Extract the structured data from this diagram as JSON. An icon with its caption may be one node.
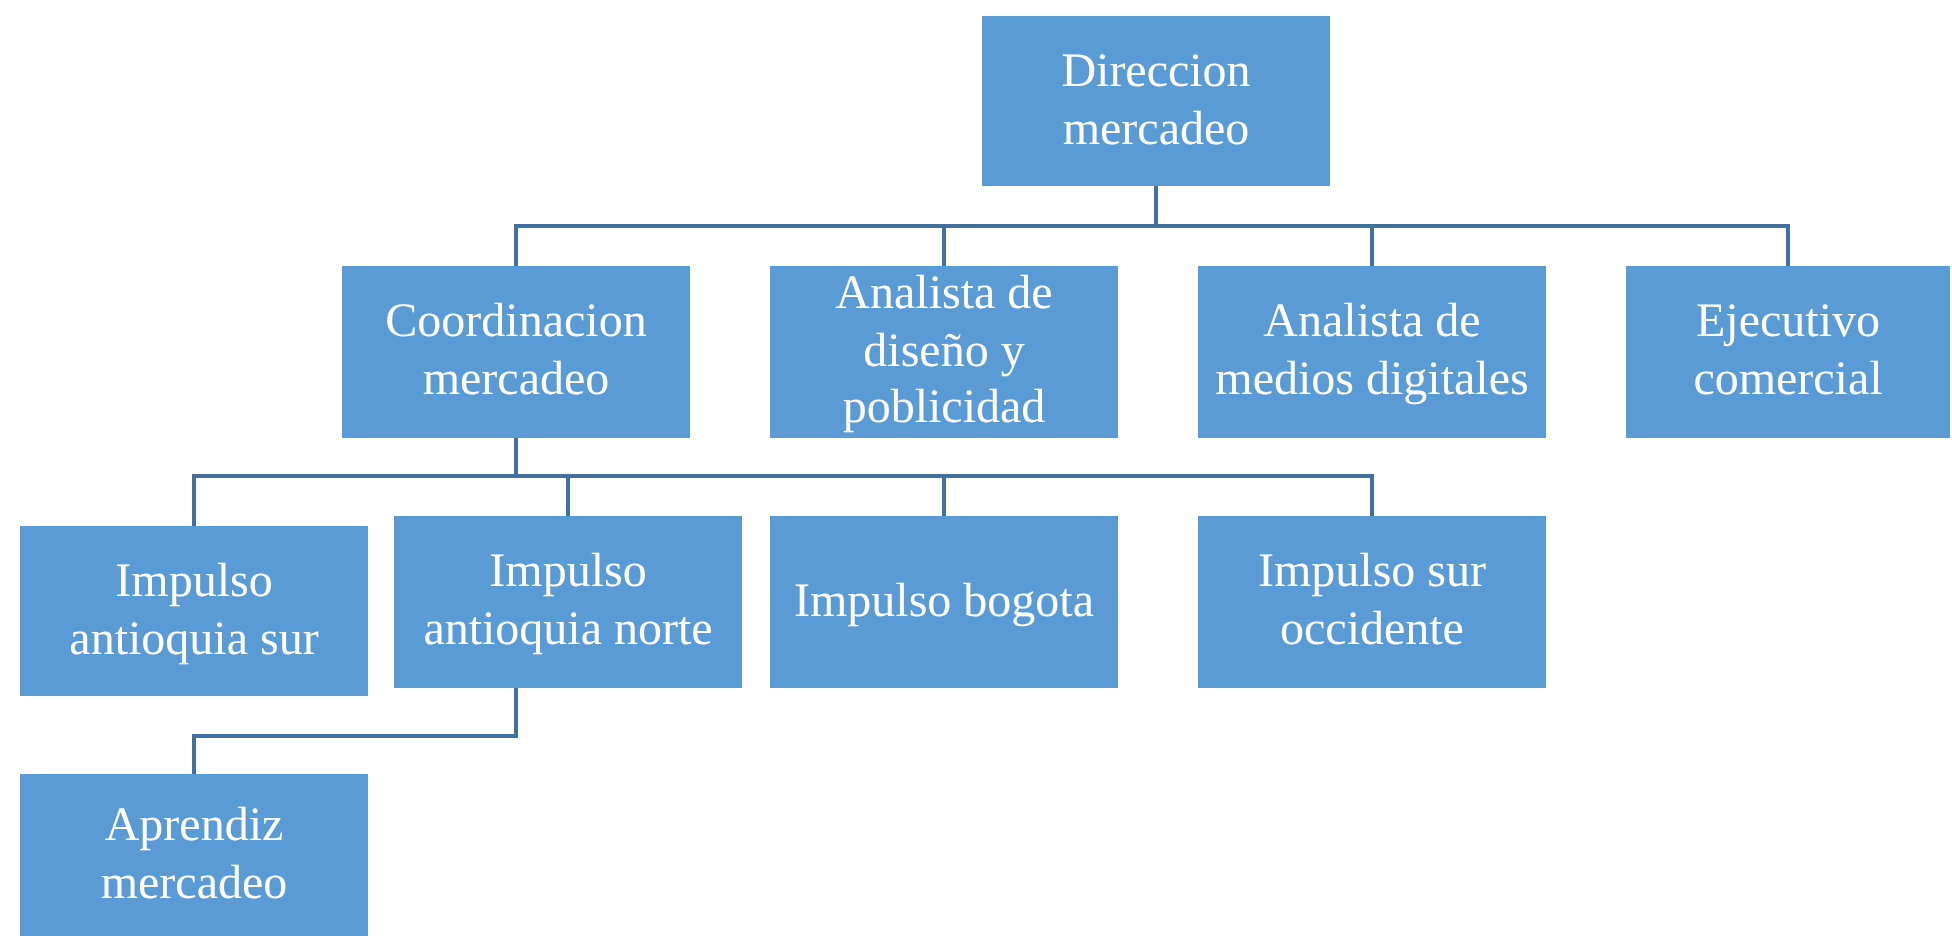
{
  "diagram": {
    "nodes": [
      {
        "text": [
          "Direccion mercadeo"
        ]
      },
      {
        "text": [
          "Coordinacion mercadeo"
        ]
      },
      {
        "text": [
          "Analista de diseño y poblicidad"
        ]
      },
      {
        "text": [
          "Analista de medios digitales"
        ]
      },
      {
        "text": [
          "Ejecutivo comercial"
        ]
      },
      {
        "text": [
          "Impulso antioquia sur"
        ]
      },
      {
        "text": [
          "Impulso antioquia norte"
        ]
      },
      {
        "text": [
          "Impulso bogota"
        ]
      },
      {
        "text": [
          "Impulso sur occidente"
        ]
      },
      {
        "text": [
          "Aprendiz mercadeo"
        ]
      }
    ],
    "edges": [
      {
        "from": 0,
        "to": 1,
        "arrow": "none"
      },
      {
        "from": 0,
        "to": 2,
        "arrow": "none"
      },
      {
        "from": 0,
        "to": 3,
        "arrow": "none"
      },
      {
        "from": 0,
        "to": 4,
        "arrow": "none"
      },
      {
        "from": 1,
        "to": 5,
        "arrow": "none"
      },
      {
        "from": 1,
        "to": 6,
        "arrow": "none"
      },
      {
        "from": 1,
        "to": 7,
        "arrow": "none"
      },
      {
        "from": 1,
        "to": 8,
        "arrow": "none"
      },
      {
        "from": 6,
        "to": 9,
        "arrow": "none"
      }
    ]
  }
}
